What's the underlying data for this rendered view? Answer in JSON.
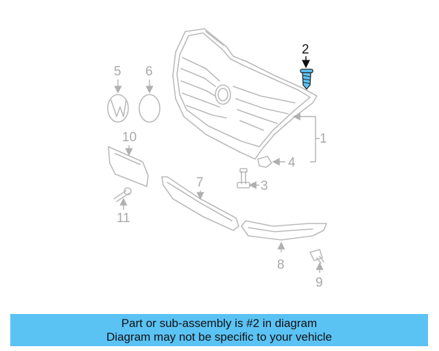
{
  "diagram": {
    "callouts": {
      "c1": "1",
      "c2": "2",
      "c3": "3",
      "c4": "4",
      "c5": "5",
      "c6": "6",
      "c7": "7",
      "c8": "8",
      "c9": "9",
      "c10": "10",
      "c11": "11"
    },
    "highlighted_part": "2",
    "colors": {
      "highlight": "#5bc2f4",
      "line": "#b9b9b9",
      "callout_text": "#a8a8a8"
    }
  },
  "banner": {
    "line1": "Part or sub-assembly is #2 in diagram",
    "line2": "Diagram may not be specific to your vehicle",
    "color": "#5bc2f4"
  }
}
